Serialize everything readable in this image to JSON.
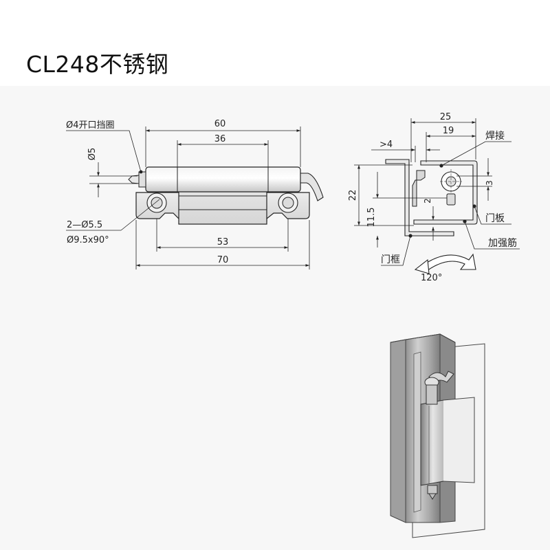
{
  "title": "CL248不锈钢",
  "front_view": {
    "ring_label": "Ø4开口挡圈",
    "pin_dia": "Ø5",
    "dim_overall_top": "60",
    "dim_leaf": "36",
    "dim_holes": "53",
    "dim_overall_bottom": "70",
    "hole_spec_1": "2—Ø5.5",
    "hole_spec_2": "Ø9.5x90°"
  },
  "side_view": {
    "dim_25": "25",
    "dim_19": "19",
    "dim_gt4": ">4",
    "dim_22": "22",
    "dim_11_5": "11.5",
    "dim_2": "2",
    "dim_3": "3",
    "angle": "120°",
    "label_weld": "焊接",
    "label_door_panel": "门板",
    "label_reinforce": "加强筋",
    "label_door_frame": "门框"
  },
  "colors": {
    "background": "#f7f7f7",
    "line": "#222222",
    "metal_light": "#eaeaea",
    "metal_mid": "#c9c9c9",
    "metal_dark": "#9a9a9a"
  }
}
